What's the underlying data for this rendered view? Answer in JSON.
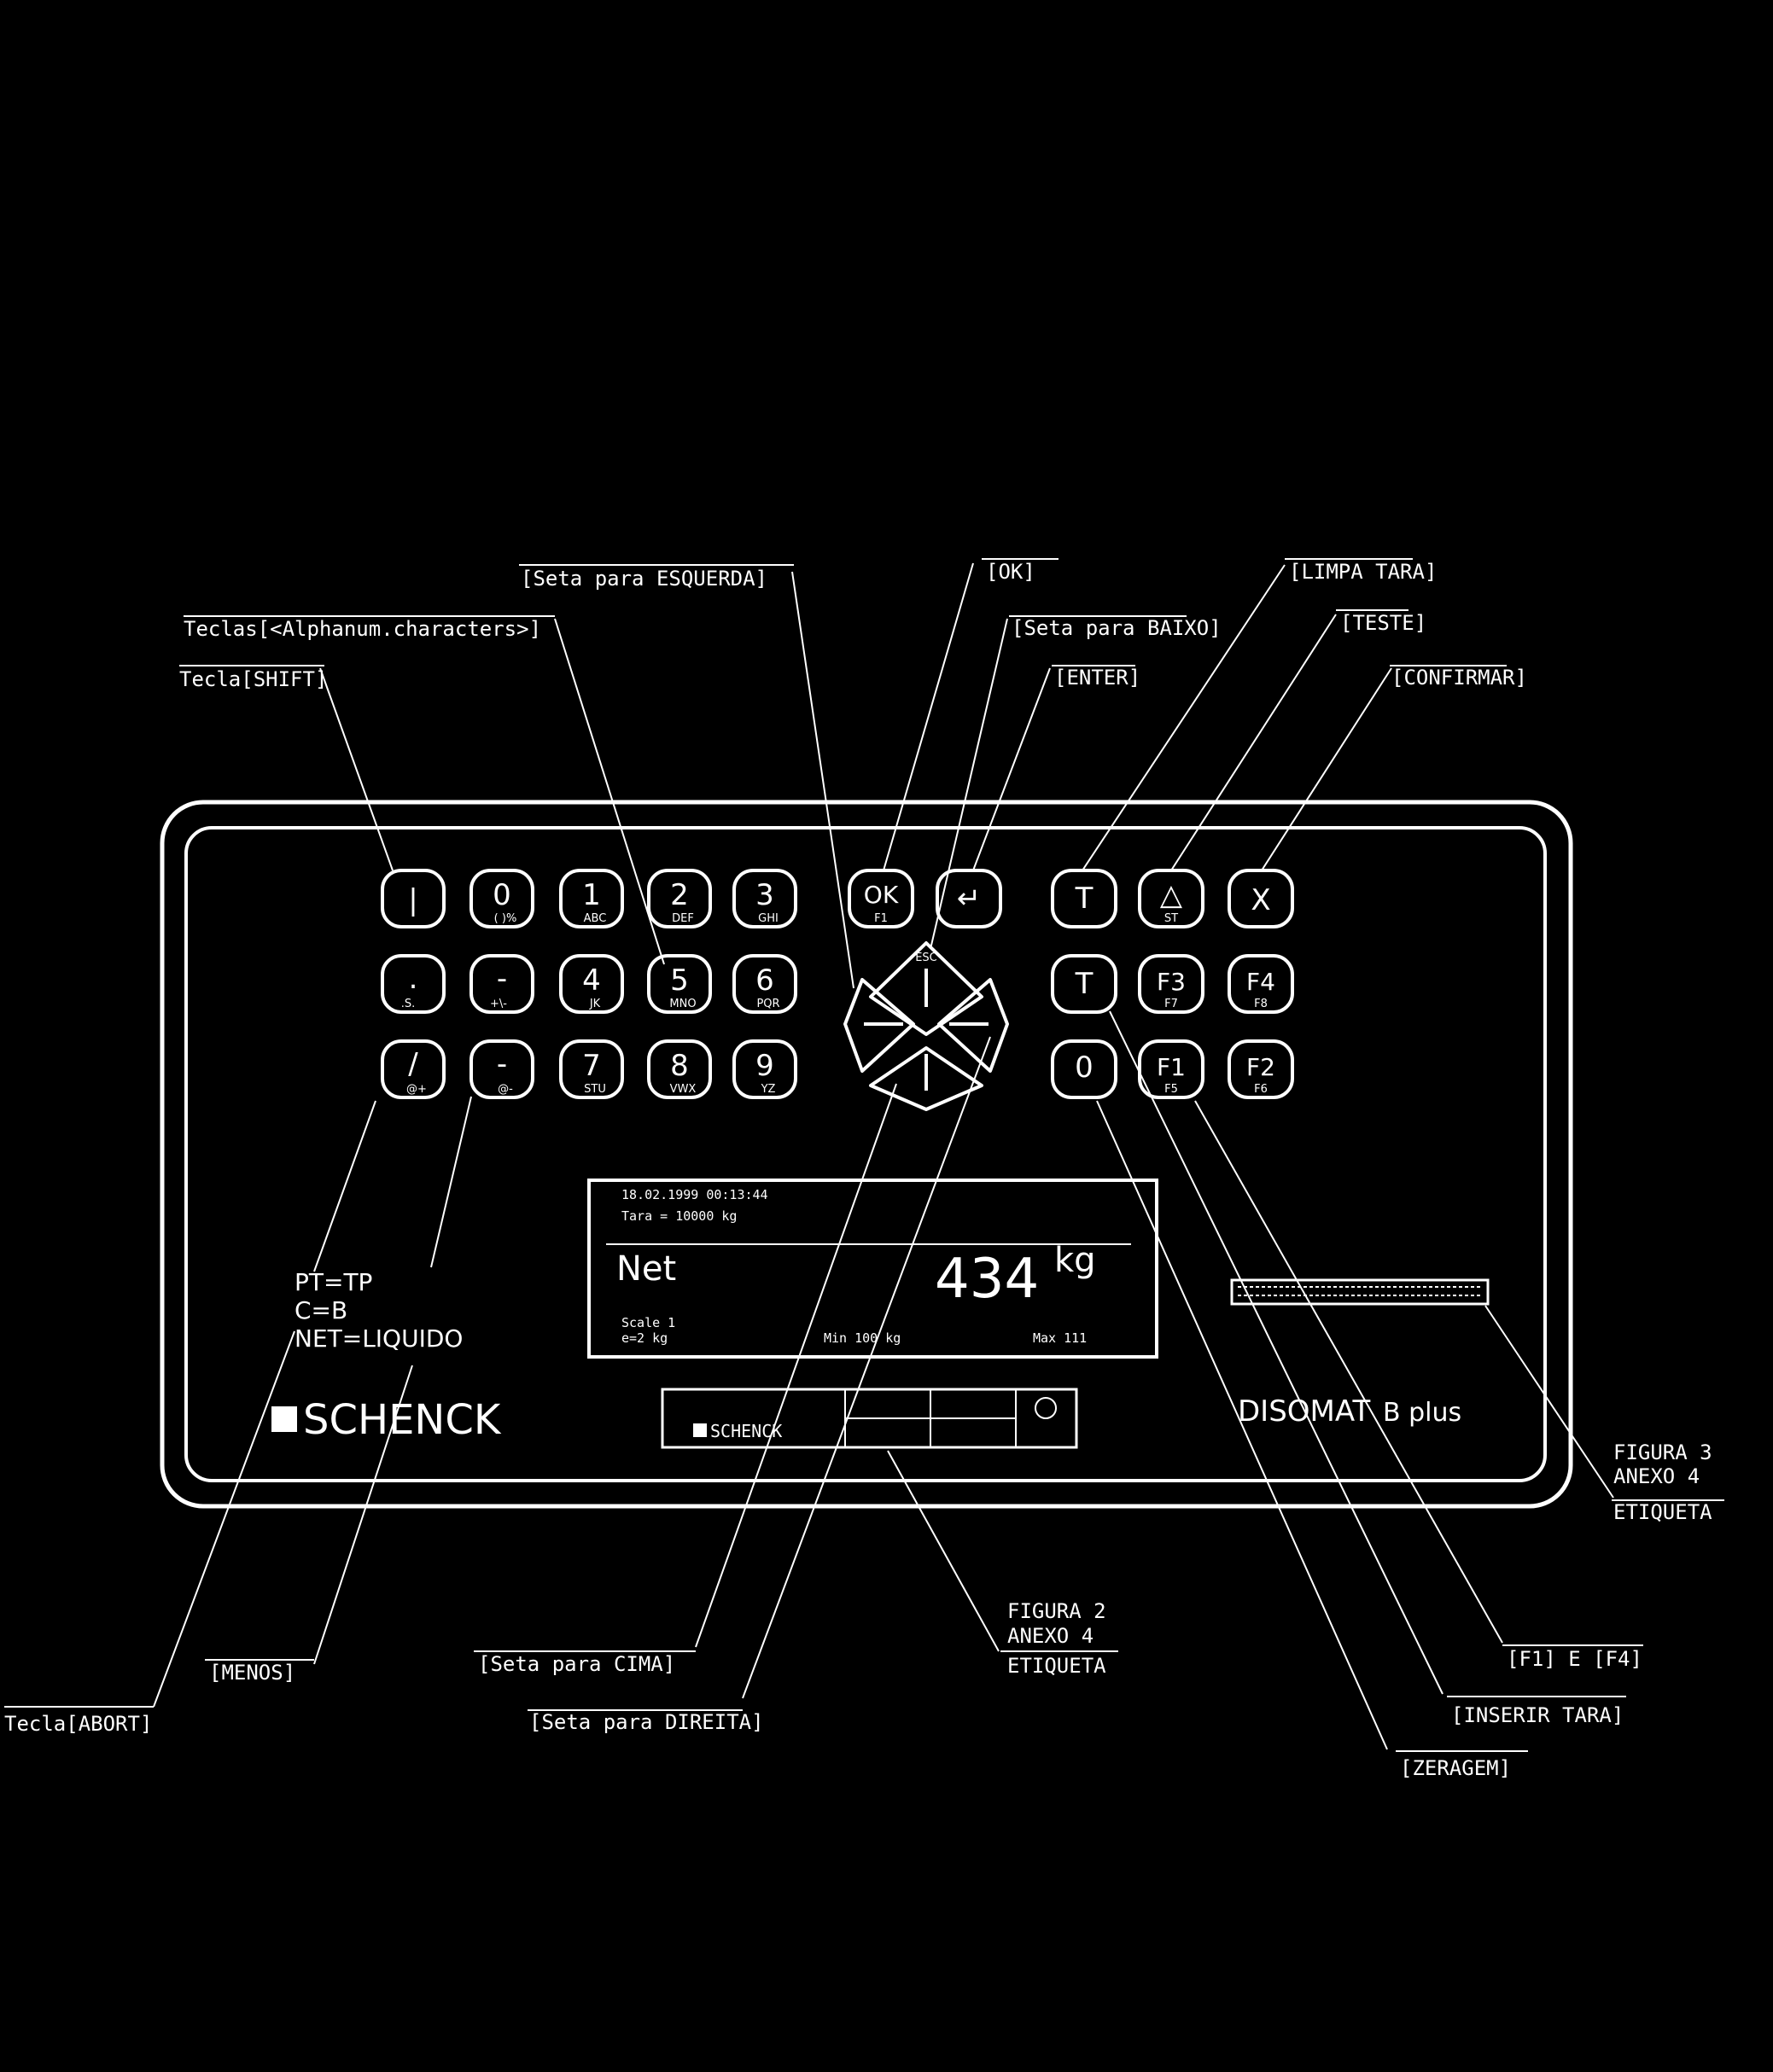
{
  "callouts": {
    "seta_esquerda": "[Seta para ESQUERDA]",
    "teclas_alphanum": "Teclas[<Alphanum.characters>]",
    "tecla_shift": "Tecla[SHIFT]",
    "ok": "[OK]",
    "seta_baixo": "[Seta para BAIXO]",
    "enter": "[ENTER]",
    "limpa_tara": "[LIMPA TARA]",
    "teste": "[TESTE]",
    "confirmar": "[CONFIRMAR]",
    "menos": "[MENOS]",
    "seta_cima": "[Seta para CIMA]",
    "tecla_abort": "Tecla[ABORT]",
    "seta_direita": "[Seta para DIREITA]",
    "etiqueta_fig2": [
      "FIGURA 2",
      "ANEXO 4",
      "ETIQUETA"
    ],
    "etiqueta_fig3": [
      "FIGURA 3",
      "ANEXO 4",
      "ETIQUETA"
    ],
    "f1_f4": "[F1] E [F4]",
    "inserir_tara": "[INSERIR TARA]",
    "zeragem": "[ZERAGEM]"
  },
  "legend": {
    "pt": "PT=TP",
    "c": "C=B",
    "net": "NET=LIQUIDO"
  },
  "device": {
    "brand": "SCHENCK",
    "model": "DISOMAT",
    "model_suffix": "B plus",
    "label_brand": "SCHENCK"
  },
  "display": {
    "date_time": "18.02.1999  00:13:44",
    "tare": "Tara = 10000 kg",
    "mode": "Net",
    "weight": "434",
    "unit": "kg",
    "scale": "Scale 1",
    "division": "e=2 kg",
    "min": "Min 100 kg",
    "max": "Max 111"
  },
  "keys": {
    "row1": [
      {
        "main": "|",
        "sub": ""
      },
      {
        "main": "0",
        "sub": "( )%"
      },
      {
        "main": "1",
        "sub": "ABC"
      },
      {
        "main": "2",
        "sub": "DEF"
      },
      {
        "main": "3",
        "sub": "GHI"
      }
    ],
    "row2": [
      {
        "main": ".",
        "sub": ".S."
      },
      {
        "main": "-",
        "sub": "+\\-"
      },
      {
        "main": "4",
        "sub": "JK"
      },
      {
        "main": "5",
        "sub": "MNO"
      },
      {
        "main": "6",
        "sub": "PQR"
      }
    ],
    "row3": [
      {
        "main": "/",
        "sub": "@+"
      },
      {
        "main": "-",
        "sub": "@-"
      },
      {
        "main": "7",
        "sub": "STU"
      },
      {
        "main": "8",
        "sub": "VWX"
      },
      {
        "main": "9",
        "sub": "YZ"
      }
    ],
    "ok": {
      "main": "OK",
      "sub": "F1"
    },
    "enter": {
      "main": "↵",
      "sub": ""
    },
    "esc": "ESC",
    "func_row1": [
      {
        "main": "T",
        "sub": ""
      },
      {
        "main": "△",
        "sub": "ST"
      },
      {
        "main": "X",
        "sub": ""
      }
    ],
    "func_row2": [
      {
        "main": "T",
        "sub": ""
      },
      {
        "main": "F3",
        "sub": "F7"
      },
      {
        "main": "F4",
        "sub": "F8"
      }
    ],
    "func_row3": [
      {
        "main": "0",
        "sub": ""
      },
      {
        "main": "F1",
        "sub": "F5"
      },
      {
        "main": "F2",
        "sub": "F6"
      }
    ]
  }
}
